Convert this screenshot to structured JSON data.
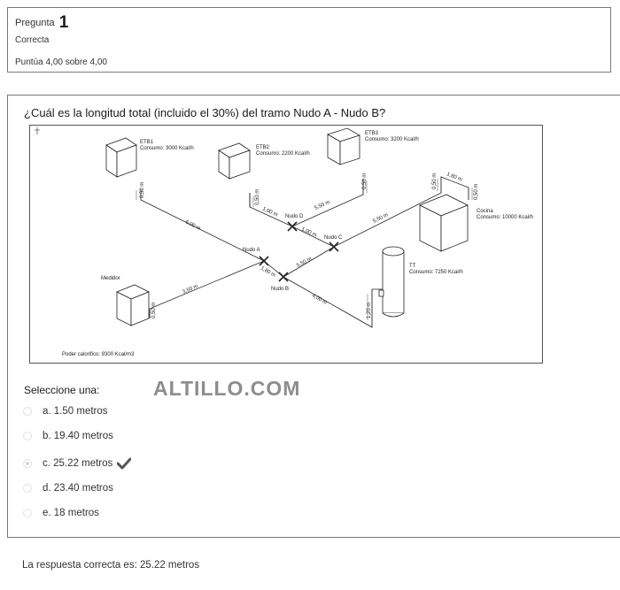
{
  "info": {
    "question_label": "Pregunta",
    "question_number": "1",
    "state": "Correcta",
    "grade": "Puntúa 4,00 sobre 4,00"
  },
  "question": {
    "text": "¿Cuál es la longitud total (incluido el 30%) del tramo Nudo A - Nudo B?"
  },
  "diagram": {
    "etb1_name": "ETB1",
    "etb1_consumption": "Consumo: 3000 Kcal/h",
    "etb2_name": "ETB2",
    "etb2_consumption": "Consumo: 2200 Kcal/h",
    "etb3_name": "ETB3",
    "etb3_consumption": "Consumo: 3200 Kcal/h",
    "cocina_name": "Cocina",
    "cocina_consumption": "Consumo: 10000 Kcal/h",
    "tt_name": "TT",
    "tt_consumption": "Consumo: 7250 Kcal/h",
    "medidor": "Medidor",
    "nudo_a": "Nudo A",
    "nudo_b": "Nudo B",
    "nudo_c": "Nudo C",
    "nudo_d": "Nudo D",
    "heat_value": "Poder calorifico: 9300 Kcal/m3",
    "lengths": {
      "l_etb1_vert": "0,50 m",
      "l_etb1_diag": "6,00 m",
      "l_etb2_vert": "0,50 m",
      "l_etb2_diag": "1,00 m",
      "l_d_etb3": "5,50 m",
      "l_etb3_vert": "0,50 m",
      "l_d_c": "1,00 m",
      "l_c_up": "5,50 m",
      "l_up_vert": "0,50 m",
      "l_top": "1,80 m",
      "l_cocina_vert": "0,50 m",
      "l_b_c": "5,50 m",
      "l_a_b": "1,80 m",
      "l_b_tt": "4,00 m",
      "l_tt_vert": "1,20 m",
      "l_med_a": "3,50 m",
      "l_med_vert": "0,50 m"
    }
  },
  "options": {
    "prompt": "Seleccione una:",
    "watermark": "ALTILLO.COM",
    "a": "a. 1.50 metros",
    "b": "b. 19.40 metros",
    "c": "c. 25.22 metros",
    "d": "d. 23.40 metros",
    "e": "e. 18 metros"
  },
  "feedback": {
    "answer": "La respuesta correcta es: 25.22 metros"
  },
  "colors": {
    "border": "#7a7a7a",
    "check": "#555555"
  }
}
